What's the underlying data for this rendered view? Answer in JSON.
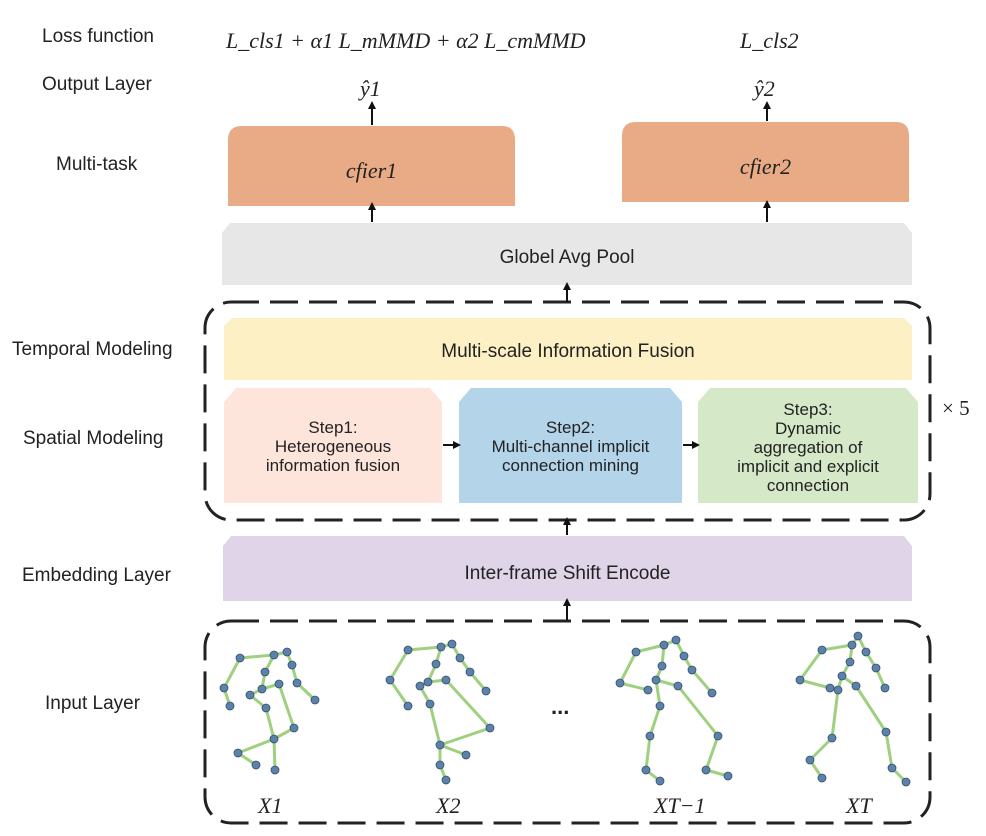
{
  "labels": {
    "loss_function": "Loss function",
    "output_layer": "Output Layer",
    "multi_task": "Multi-task",
    "temporal_modeling": "Temporal Modeling",
    "spatial_modeling": "Spatial Modeling",
    "embedding_layer": "Embedding Layer",
    "input_layer": "Input Layer"
  },
  "loss": {
    "left": "L_cls1 + α1 L_mMMD + α2 L_cmMMD",
    "right": "L_cls2"
  },
  "outputs": {
    "y1": "ŷ1",
    "y2": "ŷ2"
  },
  "classifiers": {
    "c1": "cfier1",
    "c2": "cfier2"
  },
  "blocks": {
    "pool": "Globel Avg Pool",
    "fusion": "Multi-scale Information Fusion",
    "embed": "Inter-frame Shift Encode",
    "repeat": "× 5"
  },
  "steps": [
    {
      "title": "Step1:",
      "body": "Heterogeneous information fusion"
    },
    {
      "title": "Step2:",
      "body": "Multi-channel implicit connection mining"
    },
    {
      "title": "Step3:",
      "body": "Dynamic aggregation of implicit and explicit connection"
    }
  ],
  "skeletons": {
    "x1": "X1",
    "x2": "X2",
    "xt1": "XT−1",
    "xt": "XT",
    "ellipsis": "..."
  },
  "colors": {
    "classifier": "#e9ab85",
    "pool": "#e7e7e7",
    "fusion": "#fcf0c4",
    "step1": "#fde5dc",
    "step2": "#b4d4e9",
    "step3": "#d5e8c8",
    "embed": "#e0d4e8",
    "bone": "#9fd07f",
    "joint": "#5d82a9",
    "joint_stroke": "#34506e"
  }
}
